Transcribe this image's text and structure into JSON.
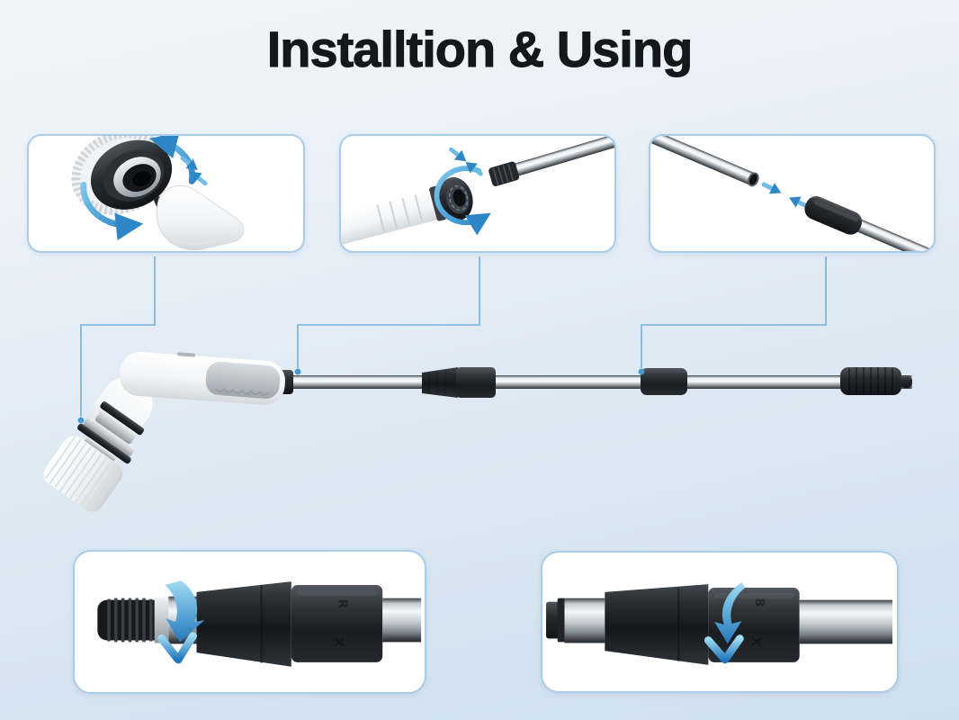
{
  "title": "Installtion & Using",
  "colors": {
    "background_top": "#f1f5fa",
    "background_bottom": "#cfdfee",
    "title_text": "#14171b",
    "panel_background": "#ffffff",
    "panel_border": "#a9cce8",
    "callout_line": "#74b1dd",
    "callout_dot": "#4798d2",
    "arrow_blue_light": "#8fd2ef",
    "arrow_blue_dark": "#1f6fb5"
  },
  "graphics": {
    "top_panels": [
      {
        "name": "brush-head-twist-attachment"
      },
      {
        "name": "handle-pole-screw-attachment"
      },
      {
        "name": "pole-section-plug-attachment"
      }
    ],
    "bottom_panels": [
      {
        "name": "locking-collar-detail-left",
        "embossed_marks": [
          "R",
          "X"
        ]
      },
      {
        "name": "locking-collar-detail-right",
        "embossed_marks": [
          "8",
          "X"
        ]
      }
    ],
    "product": {
      "name": "electric-spin-scrubber-with-telescopic-pole"
    }
  }
}
